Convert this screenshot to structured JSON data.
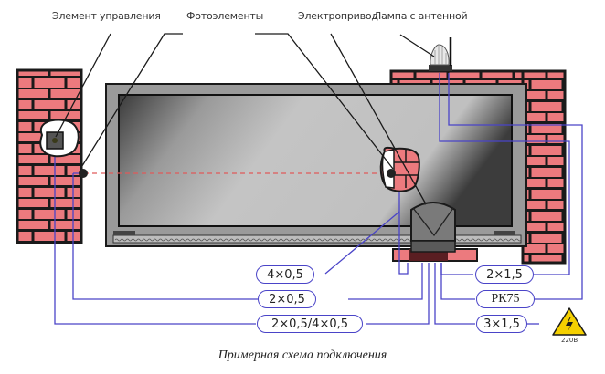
{
  "labels": {
    "control_element": "Элемент управления",
    "photocells": "Фотоэлементы",
    "drive": "Электропривод",
    "lamp": "Лампа с антенной"
  },
  "cables": [
    {
      "id": "photocell_rx",
      "label": "4×0,5"
    },
    {
      "id": "control",
      "label": "2×0,5"
    },
    {
      "id": "photocell_tx",
      "label": "2×0,5/4×0,5"
    },
    {
      "id": "lamp",
      "label": "2×1,5"
    },
    {
      "id": "antenna",
      "label": "РК75"
    },
    {
      "id": "power",
      "label": "3×1,5"
    }
  ],
  "power_sign": {
    "icon": "high-voltage-icon",
    "voltage": "220В"
  },
  "caption": "Примерная схема подключения",
  "colors": {
    "brick": "#ec7a7e",
    "wire": "#4a44c8",
    "beam": "#e05a5a",
    "gate_frame": "#8c8c8c",
    "warning": "#f5d000"
  }
}
